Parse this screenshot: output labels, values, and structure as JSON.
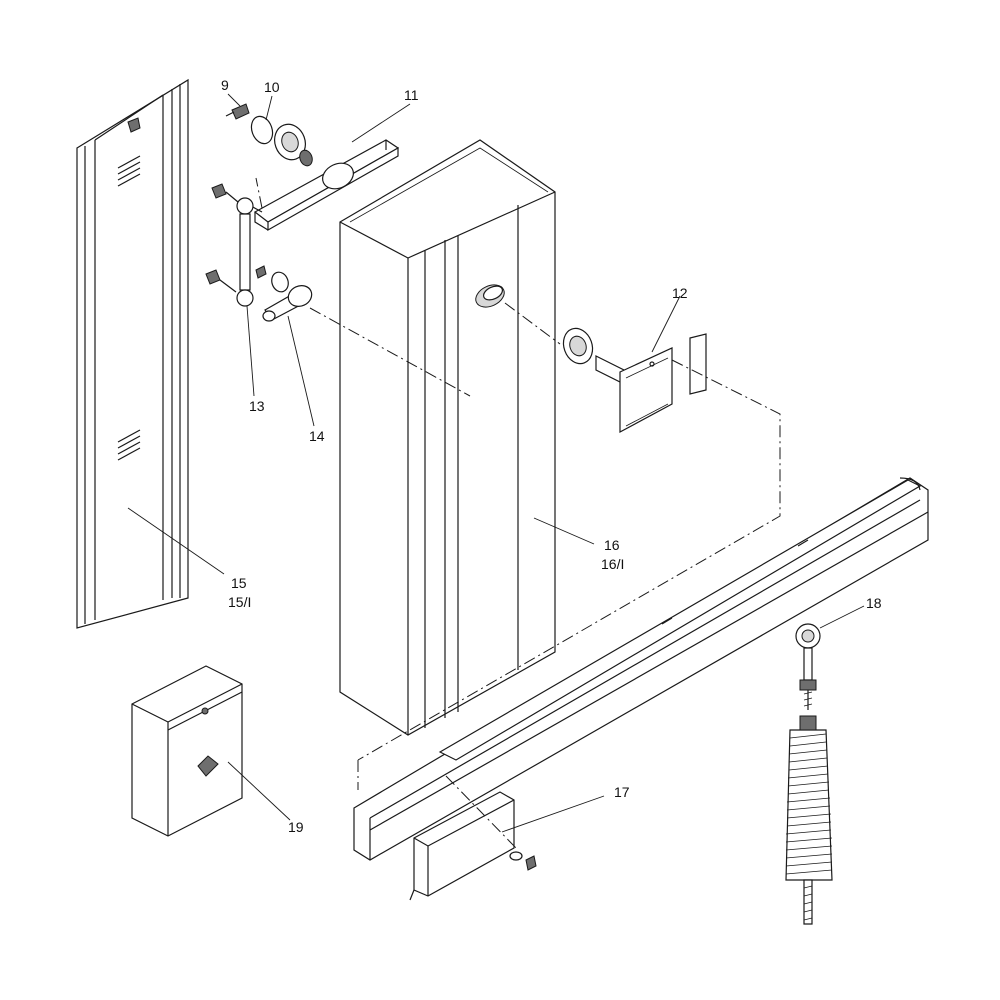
{
  "callouts": [
    {
      "id": "9",
      "text": "9"
    },
    {
      "id": "10",
      "text": "10"
    },
    {
      "id": "11",
      "text": "11"
    },
    {
      "id": "12",
      "text": "12"
    },
    {
      "id": "13",
      "text": "13"
    },
    {
      "id": "14",
      "text": "14"
    },
    {
      "id": "15",
      "text": "15"
    },
    {
      "id": "15i",
      "text": "15/I"
    },
    {
      "id": "16",
      "text": "16"
    },
    {
      "id": "16i",
      "text": "16/I"
    },
    {
      "id": "17",
      "text": "17"
    },
    {
      "id": "18",
      "text": "18"
    },
    {
      "id": "19",
      "text": "19"
    }
  ]
}
